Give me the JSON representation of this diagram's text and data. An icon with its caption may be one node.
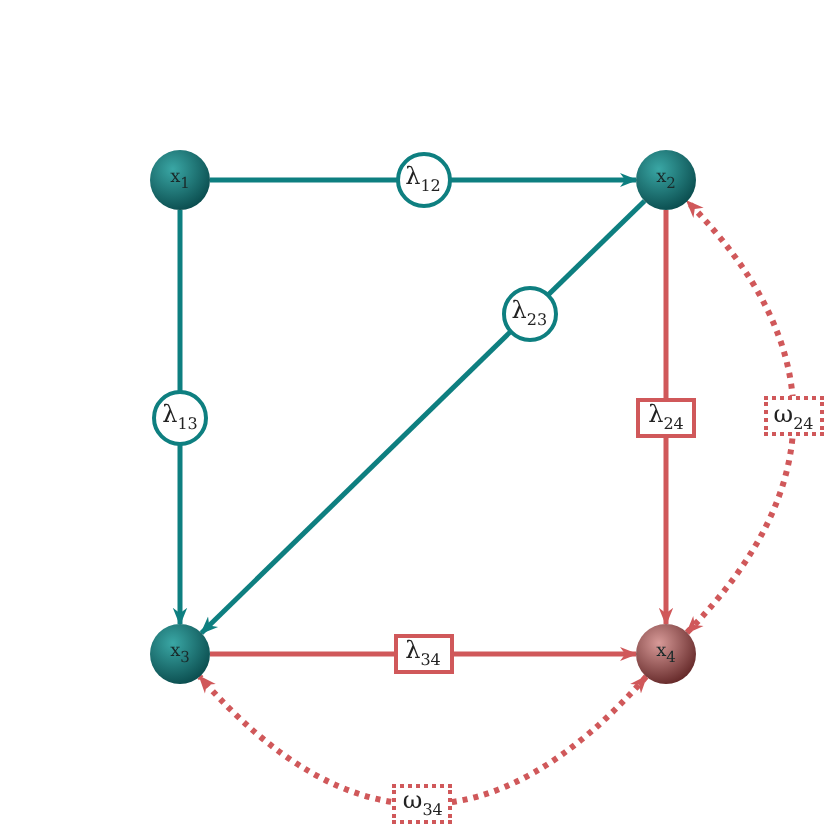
{
  "diagram": {
    "nodes": [
      {
        "text": [
          "x$_{1}$"
        ]
      },
      {
        "text": [
          "x$_{2}$"
        ]
      },
      {
        "text": [
          "x$_{3}$"
        ]
      },
      {
        "text": [
          "x$_{4}$"
        ]
      }
    ],
    "edges": [
      {
        "from": 0,
        "to": 1,
        "arrow": "to",
        "label": "λ$_{12}$",
        "color": "#0e7f80"
      },
      {
        "from": 0,
        "to": 2,
        "arrow": "to",
        "label": "λ$_{13}$",
        "color": "#0e7f80"
      },
      {
        "from": 1,
        "to": 2,
        "arrow": "to",
        "label": "λ$_{23}$",
        "color": "#0e7f80"
      },
      {
        "from": 1,
        "to": 3,
        "arrow": "to",
        "label": "λ$_{24}$",
        "color": "#d0585a"
      },
      {
        "from": 2,
        "to": 3,
        "arrow": "to",
        "label": "λ$_{34}$",
        "color": "#d0585a"
      },
      {
        "from": 3,
        "to": 1,
        "arrow": "both",
        "label": "ω$_{24}$",
        "style": "dashed",
        "color": "#d0585a"
      },
      {
        "from": 3,
        "to": 2,
        "arrow": "both",
        "label": "ω$_{34}$",
        "style": "dashed",
        "color": "#d0585a"
      }
    ]
  }
}
